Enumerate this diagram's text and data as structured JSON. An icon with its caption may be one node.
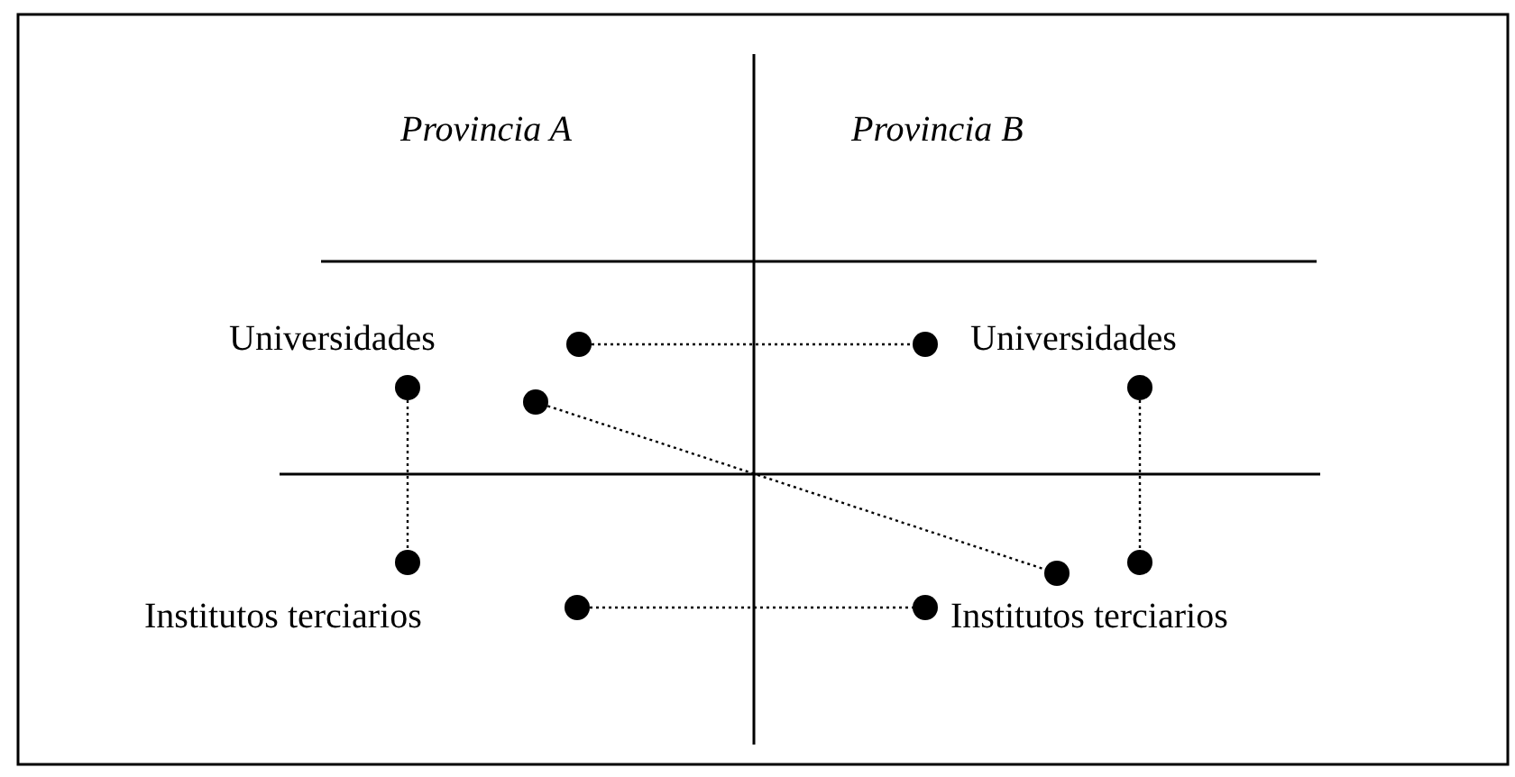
{
  "diagram": {
    "nodes": [
      {
        "text": [
          "Universidades"
        ]
      },
      {
        "text": [],
        "shape": "circle"
      },
      {
        "text": [],
        "shape": "circle"
      },
      {
        "text": [
          "Universidades"
        ]
      },
      {
        "text": [],
        "shape": "circle"
      },
      {
        "text": [],
        "shape": "circle"
      },
      {
        "text": [],
        "shape": "circle"
      },
      {
        "text": [],
        "shape": "circle"
      },
      {
        "text": [],
        "shape": "circle"
      },
      {
        "text": [],
        "shape": "circle"
      },
      {
        "text": [
          "Institutos terciarios"
        ]
      },
      {
        "text": [],
        "shape": "circle"
      },
      {
        "text": [],
        "shape": "circle"
      },
      {
        "text": [
          "Institutos terciarios"
        ]
      }
    ],
    "edges": [
      {
        "from": 1,
        "to": 2,
        "arrow": "none"
      },
      {
        "from": 4,
        "to": 7,
        "arrow": "none"
      },
      {
        "from": 6,
        "to": 9,
        "arrow": "none"
      },
      {
        "from": 5,
        "to": 8,
        "arrow": "none"
      },
      {
        "from": 11,
        "to": 12,
        "arrow": "none"
      }
    ],
    "labels": [
      "Provincia A",
      "Provincia B"
    ]
  }
}
